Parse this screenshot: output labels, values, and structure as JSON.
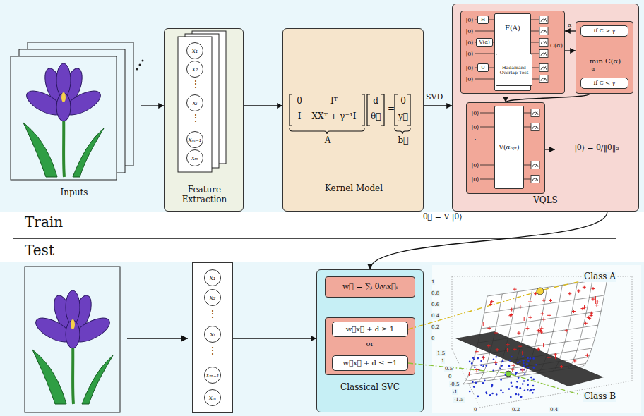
{
  "diagram": {
    "nodes": [
      {
        "text": [
          "Inputs"
        ]
      },
      {
        "text": [
          "Feature Extraction",
          "⋮",
          "⋮"
        ]
      },
      {
        "text": [
          "x₁"
        ],
        "in": 1
      },
      {
        "text": [
          "x₂"
        ],
        "in": 1
      },
      {
        "text": [
          "xᵢ"
        ],
        "in": 1
      },
      {
        "text": [
          "xₘ₋₁"
        ],
        "in": 1
      },
      {
        "text": [
          "xₘ"
        ],
        "in": 1
      },
      {
        "text": [
          "0",
          "Iᵀ",
          "I",
          "XXᵀ + γ⁻¹I",
          "A",
          "d",
          "θ⃗",
          "=",
          "0",
          "y⃗",
          "b⃗",
          "Kernel Model"
        ]
      },
      {
        "text": [
          "VQLS",
          "|θ⟩ = θ/‖θ‖₂"
        ]
      },
      {
        "text": [
          "|0⟩",
          "|0⟩",
          "|0⟩",
          "|0⟩",
          "|0⟩",
          "|0⟩"
        ],
        "in": 8
      },
      {
        "text": [
          "F(A)"
        ],
        "in": 9
      },
      {
        "text": [
          "Hadamard Overlap Test"
        ],
        "in": 10
      },
      {
        "text": [
          "H"
        ],
        "in": 9
      },
      {
        "text": [
          "V(α)"
        ],
        "in": 9
      },
      {
        "text": [
          "U"
        ],
        "in": 9
      },
      {
        "text": [
          "min C(α)",
          "α"
        ],
        "in": 8
      },
      {
        "text": [
          "if C > γ"
        ],
        "in": 15
      },
      {
        "text": [
          "if C < γ"
        ],
        "in": 15
      },
      {
        "text": [
          "|0⟩",
          "|0⟩",
          "⋮",
          "|0⟩",
          "|0⟩"
        ],
        "in": 8
      },
      {
        "text": [
          "V(αₒₚₜ)"
        ],
        "in": 18
      },
      {
        "text": [
          "⋮",
          "⋮"
        ]
      },
      {
        "text": [
          "x₁"
        ],
        "in": 20
      },
      {
        "text": [
          "x₂"
        ],
        "in": 20
      },
      {
        "text": [
          "xᵢ"
        ],
        "in": 20
      },
      {
        "text": [
          "xₘ₋₁"
        ],
        "in": 20
      },
      {
        "text": [
          "xₘ"
        ],
        "in": 20
      },
      {
        "text": [
          "Classical SVC"
        ]
      },
      {
        "text": [
          "w⃗ = ∑ᵢ θ̂ᵢyᵢx⃗ᵢ"
        ],
        "in": 26
      },
      {
        "text": [
          "or"
        ],
        "in": 26
      },
      {
        "text": [
          "w⃗x⃗ + d ≥ 1"
        ],
        "in": 28
      },
      {
        "text": [
          "w⃗x⃗ + d ≤ −1"
        ],
        "in": 28
      }
    ],
    "edges": [
      {
        "from": 0,
        "to": 1,
        "arrow": "to"
      },
      {
        "from": 1,
        "to": 7,
        "arrow": "to"
      },
      {
        "from": 7,
        "to": 8,
        "arrow": "to",
        "label": "SVD"
      },
      {
        "from": 9,
        "to": 15,
        "arrow": "to",
        "label": "C(α)"
      },
      {
        "from": 15,
        "to": 9,
        "arrow": "to",
        "label": "α"
      },
      {
        "from": 15,
        "to": 18,
        "arrow": "to"
      },
      {
        "from": 8,
        "to": 26,
        "arrow": "to",
        "label": "θ⃗ = V |θ⟩"
      },
      {
        "from": 20,
        "to": 26,
        "arrow": "to"
      }
    ],
    "labels": [
      "Train",
      "Test",
      "Class A",
      "Class B",
      "1",
      "0.8",
      "0.6",
      "0.4",
      "0.2",
      "0",
      "1.5",
      "1",
      "0.5",
      "0",
      "-0.5",
      "-1",
      "-1.5",
      "0",
      "0.2",
      "0.4"
    ]
  }
}
